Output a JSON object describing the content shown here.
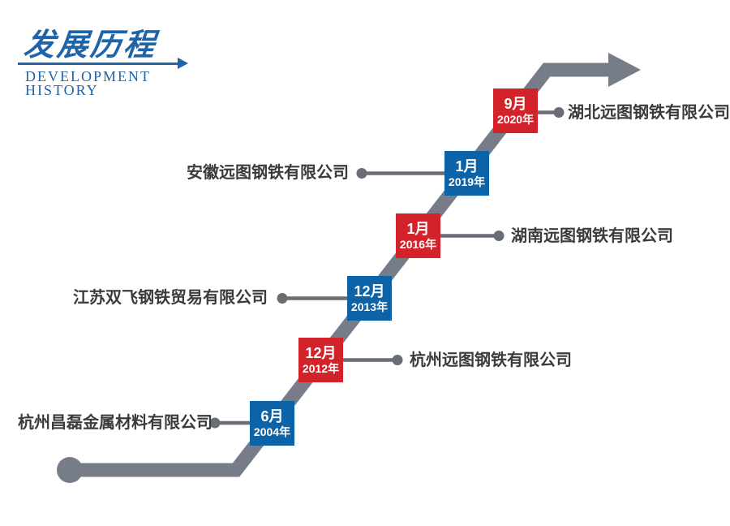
{
  "header": {
    "title_cn": "发展历程",
    "title_en": "DEVELOPMENT\nHISTORY"
  },
  "colors": {
    "brand_blue": "#1f63a8",
    "milestone_blue": "#0d63a8",
    "milestone_red": "#d2232a",
    "timeline_gray": "#767d89",
    "connector_gray": "#696e76",
    "label_text": "#3b3b3b"
  },
  "milestones": [
    {
      "month": "6月",
      "year": "2004年",
      "color": "blue",
      "side": "left",
      "company": "杭州昌磊金属材料有限公司"
    },
    {
      "month": "12月",
      "year": "2012年",
      "color": "red",
      "side": "right",
      "company": "杭州远图钢铁有限公司"
    },
    {
      "month": "12月",
      "year": "2013年",
      "color": "blue",
      "side": "left",
      "company": "江苏双飞钢铁贸易有限公司"
    },
    {
      "month": "1月",
      "year": "2016年",
      "color": "red",
      "side": "right",
      "company": "湖南远图钢铁有限公司"
    },
    {
      "month": "1月",
      "year": "2019年",
      "color": "blue",
      "side": "left",
      "company": "安徽远图钢铁有限公司"
    },
    {
      "month": "9月",
      "year": "2020年",
      "color": "red",
      "side": "right",
      "company": "湖北远图钢铁有限公司"
    }
  ]
}
